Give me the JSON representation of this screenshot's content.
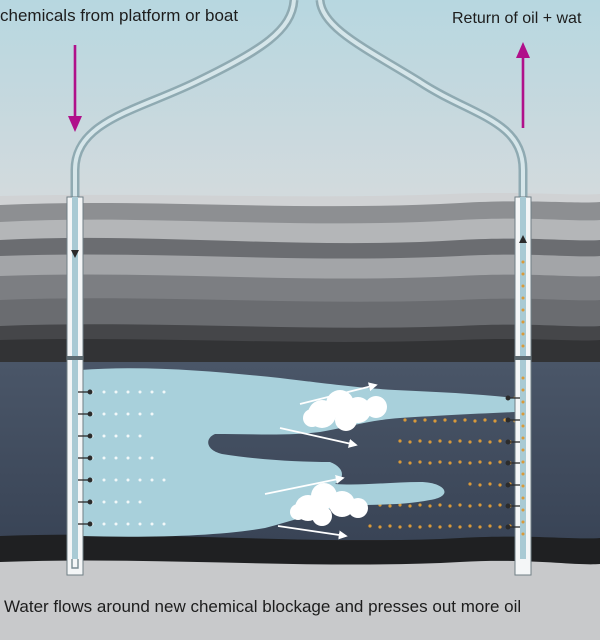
{
  "labels": {
    "injection": "chemicals from platform or boat",
    "return": "Return of oil + wat",
    "caption": "Water flows around new chemical blockage and presses out more oil"
  },
  "colors": {
    "sky_top": "#b7d7e0",
    "sky_bottom": "#d2dadd",
    "arrow": "#b0108a",
    "reservoir": "#3e4b5e",
    "water": "#a8d0db",
    "oil_dot": "#d99a3a",
    "pipe": "#8faab2",
    "bottom": "#c7c8ca"
  },
  "icons": [
    "down-arrow-icon",
    "up-arrow-icon",
    "chemical-blockage-icon",
    "flow-arrow-icon"
  ]
}
